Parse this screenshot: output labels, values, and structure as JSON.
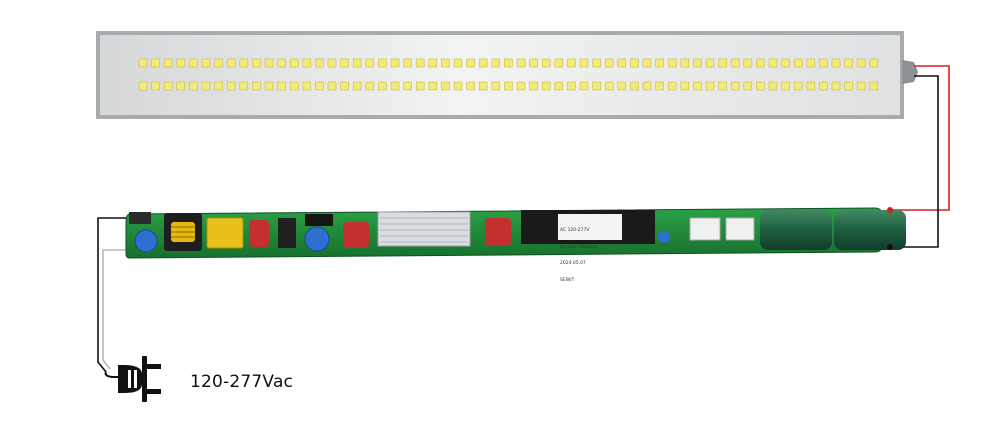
{
  "supply": {
    "voltage_label": "120-277Vac"
  },
  "driver": {
    "chip_label_lines": [
      "AC 120-277V",
      "DC 24V 1000mA",
      "2024.05.07",
      "SEW/T"
    ]
  },
  "colors": {
    "pcb": "#1f8a3a",
    "wire_positive": "#d62020",
    "wire_negative": "#111111",
    "tube_frame": "#a8abad",
    "led_chip": "#f3ea7a"
  },
  "icons": {
    "plug": "power-plug-icon"
  }
}
